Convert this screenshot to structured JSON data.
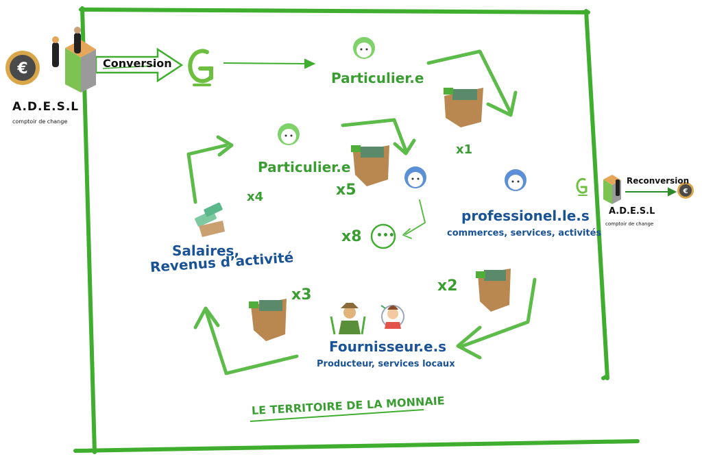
{
  "left_exchange": {
    "org": "A.D.E.S.L",
    "subtitle": "comptoir de change",
    "conversion_label": "Conversion"
  },
  "right_exchange": {
    "org": "A.D.E.S.L",
    "subtitle": "comptoir de change",
    "reconversion_label": "Reconversion"
  },
  "nodes": {
    "particulier_top": "Particulier.e",
    "particulier_mid": "Particulier.e",
    "professionnels": "professionel.le.s",
    "professionnels_sub": "commerces, services, activités",
    "salaires_line1": "Salaires,",
    "salaires_line2": "Revenus d’activité",
    "fournisseurs": "Fournisseur.e.s",
    "fournisseurs_sub": "Producteur, services locaux"
  },
  "multipliers": {
    "m1": "x1",
    "m2": "x2",
    "m3": "x3",
    "m4": "x4",
    "m5": "x5",
    "m8": "x8"
  },
  "territory_label": "LE TERRITOIRE DE LA MONNAIE",
  "icons": {
    "euro": "€",
    "local_currency": "G",
    "more": "•••"
  },
  "colors": {
    "green": "#3a9d32",
    "blue": "#1a5296",
    "gold": "#d9a64a"
  }
}
